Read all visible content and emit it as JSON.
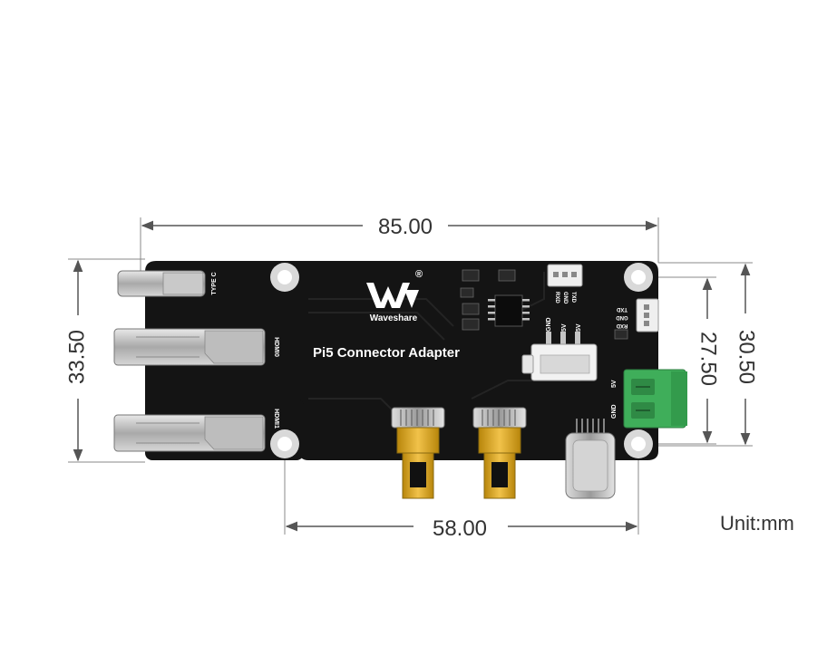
{
  "dimensions": {
    "top_width": "85.00",
    "bottom_hole_spacing": "58.00",
    "left_height": "33.50",
    "right_inner_height": "27.50",
    "right_outer_height": "30.50",
    "unit_label": "Unit:mm"
  },
  "board": {
    "title": "Pi5 Connector Adapter",
    "brand": "Waveshare",
    "registered_mark": "®",
    "silk_type_c": "TYPE C",
    "silk_hdmi0": "HDMI0",
    "silk_hdmi1": "HDMI1",
    "silk_header_gnd": "GND",
    "silk_header_5v_a": "5V",
    "silk_header_5v_b": "5V",
    "silk_uart_rxd": "RXD",
    "silk_uart_gnd": "GND",
    "silk_uart_txd": "TXD",
    "silk_side_txd": "TXD",
    "silk_side_gnd": "GND",
    "silk_side_rxd": "RXD",
    "silk_terminal_5v": "5V",
    "silk_terminal_gnd": "GND"
  },
  "colors": {
    "pcb": "#141414",
    "dimension_line": "#555555",
    "terminal_green": "#3fae5a",
    "gold": "#d4a017"
  }
}
